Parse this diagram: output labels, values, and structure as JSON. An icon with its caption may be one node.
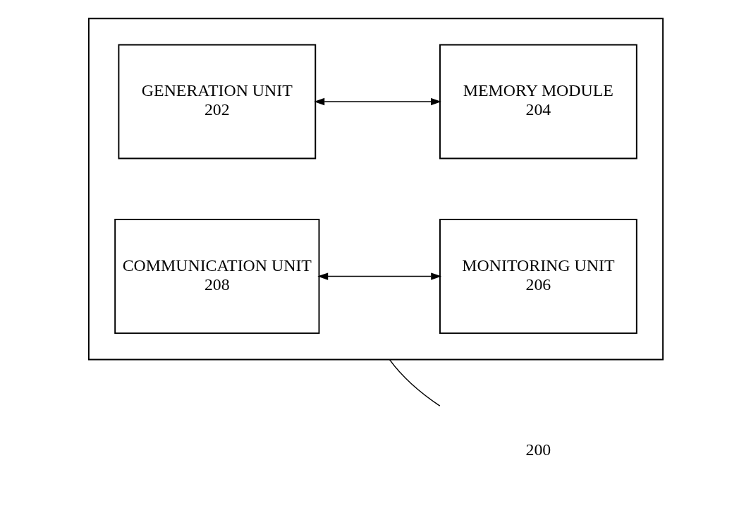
{
  "diagram": {
    "nodes": [
      {
        "text": [
          "200"
        ]
      },
      {
        "text": [],
        "shape": "box"
      },
      {
        "text": [
          "GENERATION UNIT",
          "202"
        ],
        "in": 1
      },
      {
        "text": [
          "MEMORY MODULE",
          "204"
        ],
        "in": 1
      },
      {
        "text": [
          "COMMUNICATION UNIT",
          "208"
        ],
        "in": 1
      },
      {
        "text": [
          "MONITORING UNIT",
          "206"
        ],
        "in": 1
      }
    ],
    "edges": [
      {
        "from": 0,
        "to": 1,
        "arrow": "none"
      },
      {
        "from": 2,
        "to": 3,
        "arrow": "both"
      },
      {
        "from": 4,
        "to": 5,
        "arrow": "both"
      }
    ]
  }
}
